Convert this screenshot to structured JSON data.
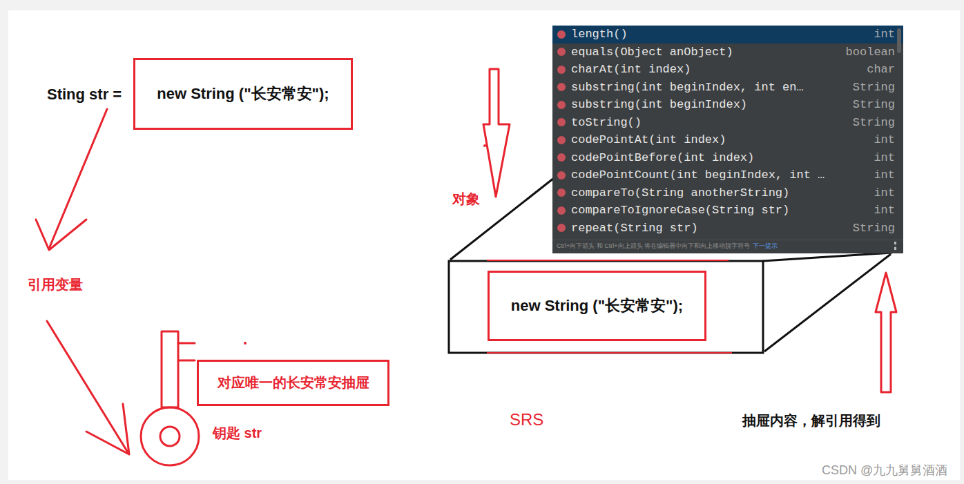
{
  "diagram": {
    "nodes": [
      {
        "text": [
          "new String (\"长安常安\");"
        ]
      },
      {
        "text": [
          "对应唯一的长安常安抽屉"
        ]
      },
      {
        "text": [
          "new String (\"长安常安\");"
        ]
      }
    ],
    "labels": [
      "Sting str =",
      "引用变量",
      "钥匙 str",
      "对象",
      "length()",
      "int",
      "equals(Object anObject)",
      "boolean",
      "charAt(int index)",
      "char",
      "substring(int beginIndex, int en…",
      "String",
      "substring(int beginIndex)",
      "String",
      "toString()",
      "String",
      "codePointAt(int index)",
      "int",
      "codePointBefore(int index)",
      "int",
      "codePointCount(int beginIndex, int …",
      "int",
      "compareTo(String anotherString)",
      "int",
      "compareToIgnoreCase(String str)",
      "int",
      "repeat(String str)",
      "String",
      "Ctrl+向下箭头 和 Ctrl+向上箭头 将在编辑器中向下和向上移动脱字符号",
      "下一提示",
      "SRS",
      "抽屉内容，解引用得到",
      "CSDN @九九舅舅酒酒"
    ]
  }
}
